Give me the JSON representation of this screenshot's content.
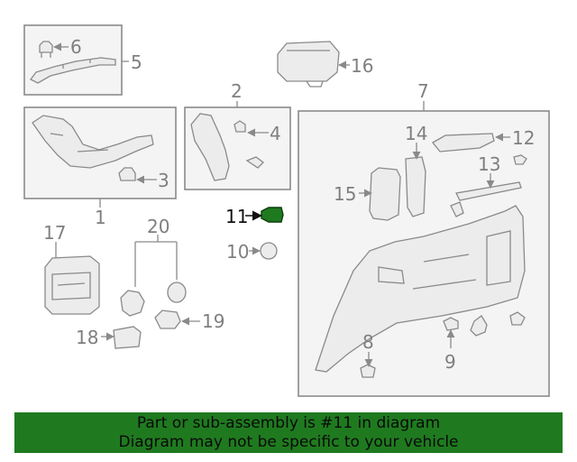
{
  "callouts": {
    "c1": "1",
    "c2": "2",
    "c3": "3",
    "c4": "4",
    "c5": "5",
    "c6": "6",
    "c7": "7",
    "c8": "8",
    "c9": "9",
    "c10": "10",
    "c11": "11",
    "c12": "12",
    "c13": "13",
    "c14": "14",
    "c15": "15",
    "c16": "16",
    "c17": "17",
    "c18": "18",
    "c19": "19",
    "c20": "20"
  },
  "highlight": {
    "part": "11",
    "color": "#1f7a1f"
  },
  "banner": {
    "line1": "Part or sub-assembly is #11 in diagram",
    "line2": "Diagram may not be specific to your vehicle",
    "background": "#1f7a1f"
  }
}
